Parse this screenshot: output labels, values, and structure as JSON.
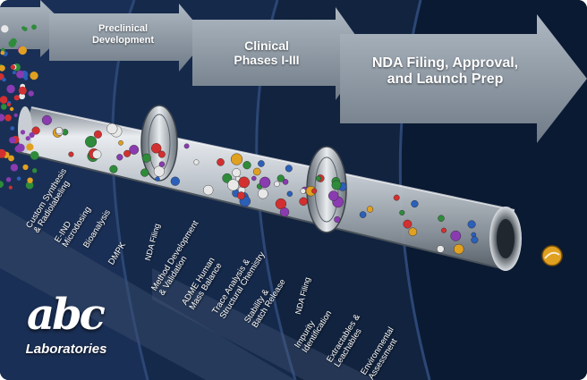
{
  "stages": [
    {
      "id": "preclinical",
      "label_line1": "Preclinical",
      "label_line2": "Development",
      "label_line3": ""
    },
    {
      "id": "clinical",
      "label_line1": "Clinical",
      "label_line2": "Phases I-III",
      "label_line3": ""
    },
    {
      "id": "nda",
      "label_line1": "NDA Filing, Approval,",
      "label_line2": "and Launch Prep",
      "label_line3": ""
    }
  ],
  "services": {
    "band1": [
      {
        "line1": "Custom Synthesis",
        "line2": "& Radiolabeling"
      },
      {
        "line1": "E-IND",
        "line2": "Microdosing"
      },
      {
        "line1": "Bioanalysis",
        "line2": ""
      },
      {
        "line1": "DMPK",
        "line2": ""
      }
    ],
    "band2": [
      {
        "line1": "Method Development",
        "line2": "& Validation"
      },
      {
        "line1": "ADME Human",
        "line2": "Mass Balance"
      },
      {
        "line1": "Trace Analysis &",
        "line2": "Structural Chemistry"
      },
      {
        "line1": "Stability &",
        "line2": "Batch Release"
      }
    ],
    "band3": [
      {
        "line1": "Impurity",
        "line2": "Identification"
      },
      {
        "line1": "Extractables &",
        "line2": "Leachables"
      },
      {
        "line1": "Environmental",
        "line2": "Assessment"
      }
    ]
  },
  "nda_filing_labels": [
    "NDA Filing",
    "NDA Filing"
  ],
  "logo": {
    "mark": "abc",
    "name": "Laboratories"
  },
  "colors": {
    "background": "#0a1730",
    "band_dark": "#0e1f3d",
    "arrow": "#8e9aa6",
    "pipe": "#d4d8dc",
    "pill_gold": "#e0a020"
  }
}
